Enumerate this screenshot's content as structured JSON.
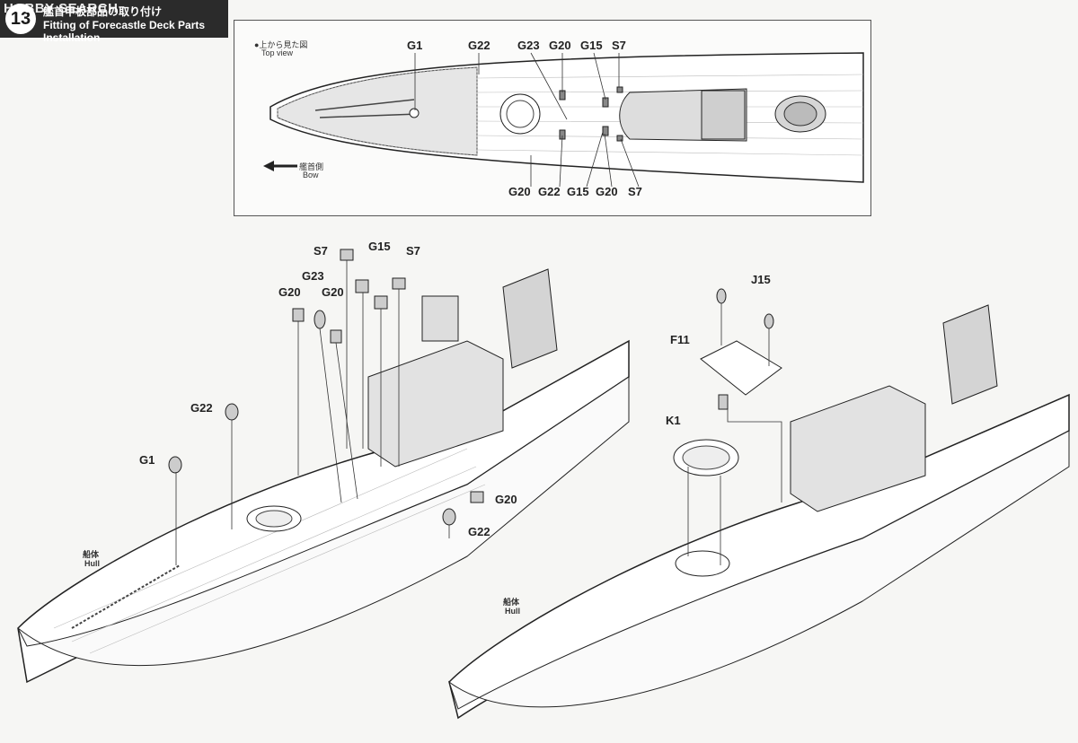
{
  "header": {
    "step_number": "13",
    "title_jp": "艦首甲板部品の取り付け",
    "title_en": "Fitting of Forecastle Deck Parts Installation",
    "watermark": "HOBBY SEARCH"
  },
  "top_view": {
    "title_jp": "●上から見た図",
    "title_en": "Top view",
    "bow_jp": "艦首側",
    "bow_en": "Bow",
    "labels_top": [
      "G1",
      "G22",
      "G23",
      "G20",
      "G15",
      "S7"
    ],
    "labels_bottom": [
      "G20",
      "G22",
      "G15",
      "G20",
      "S7"
    ]
  },
  "left_assembly": {
    "parts": [
      "S7",
      "G15",
      "S7",
      "G23",
      "G20",
      "G20",
      "G22",
      "G1",
      "G20",
      "G22"
    ],
    "hull_jp": "船体",
    "hull_en": "Hull"
  },
  "right_assembly": {
    "parts": [
      "J15",
      "F11",
      "K1"
    ],
    "hull_jp": "船体",
    "hull_en": "Hull"
  }
}
